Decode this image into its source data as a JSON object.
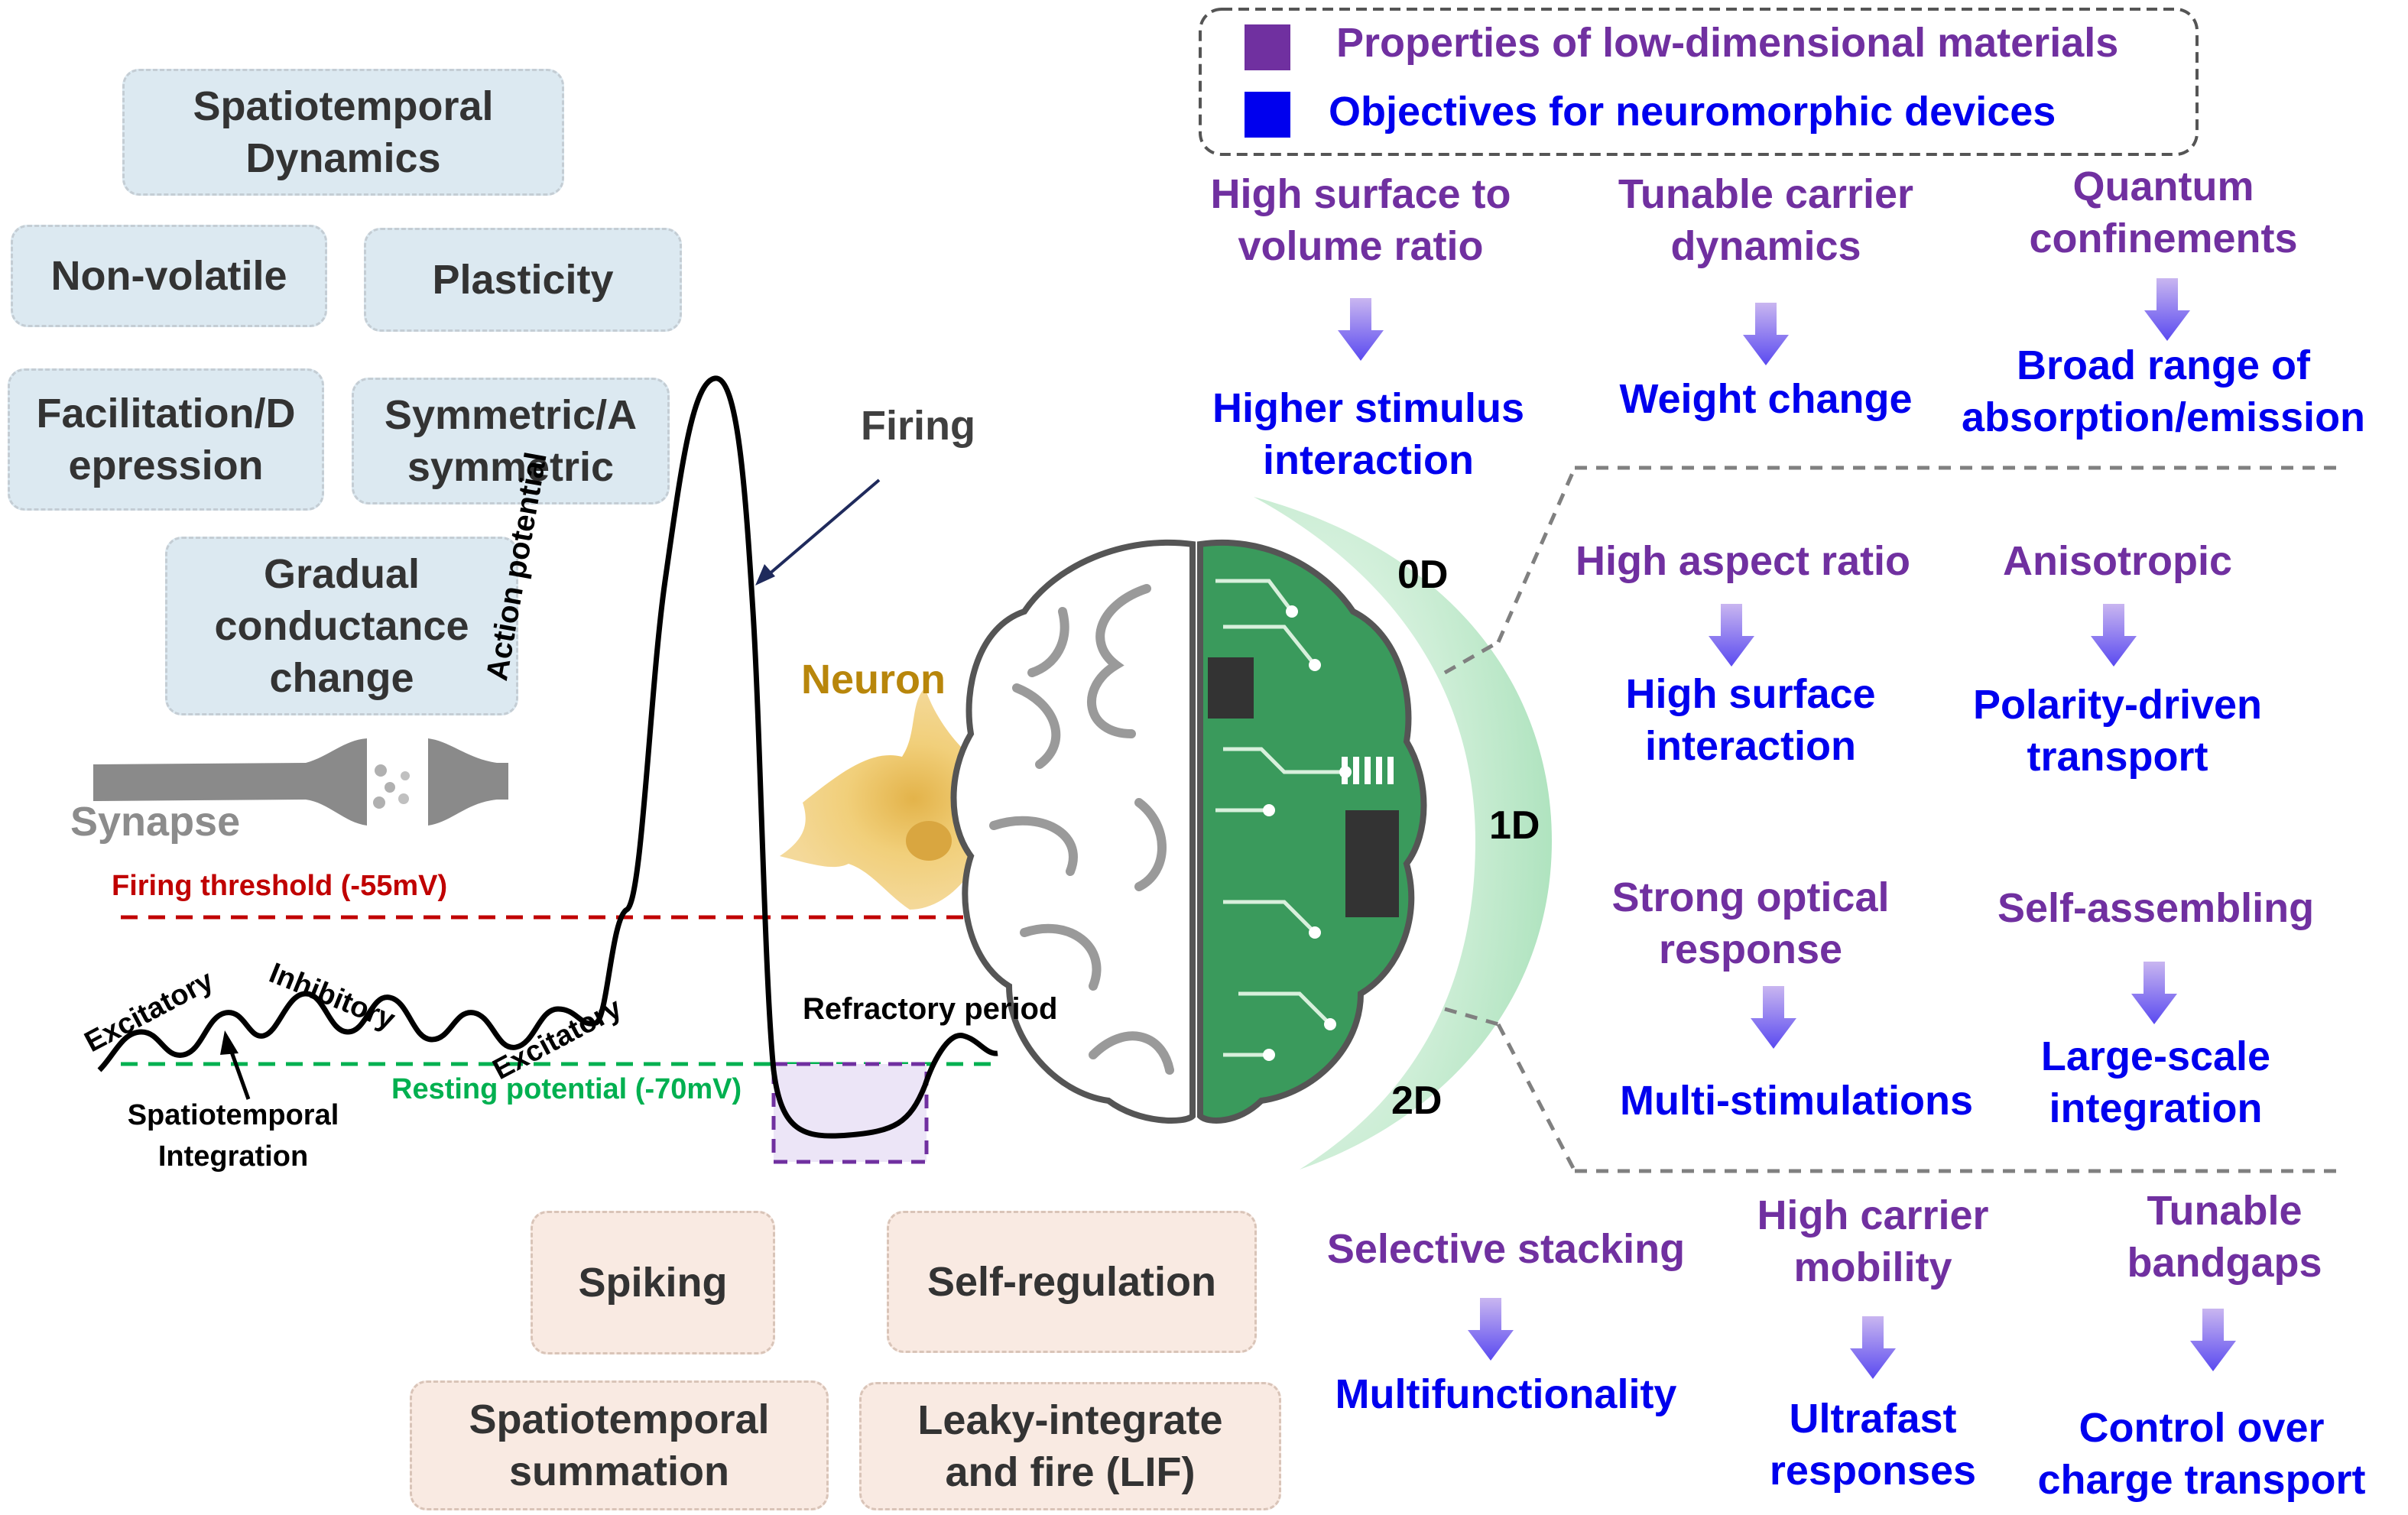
{
  "legend": {
    "properties_label": "Properties of low-dimensional materials",
    "objectives_label": "Objectives for neuromorphic devices",
    "properties_color": "#7030a0",
    "objectives_color": "#0000ee"
  },
  "features_top": [
    "Spatiotemporal Dynamics",
    "Non-volatile",
    "Plasticity",
    "Facilitation/D epression",
    "Symmetric/A symmetric",
    "Gradual conductance change"
  ],
  "features_bottom": [
    "Spiking",
    "Self-regulation",
    "Spatiotemporal summation",
    "Leaky-integrate and fire (LIF)"
  ],
  "signal": {
    "firing": "Firing",
    "action_potential": "Action potential",
    "firing_threshold": "Firing threshold (-55mV)",
    "resting_potential": "Resting potential (-70mV)",
    "refractory": "Refractory period",
    "excitatory_1": "Excitatory",
    "inhibitory": "Inhibitory",
    "excitatory_2": "Excitatory",
    "integration": "Spatiotemporal Integration",
    "synapse": "Synapse",
    "neuron": "Neuron"
  },
  "dims": {
    "d0": "0D",
    "d1": "1D",
    "d2": "2D"
  },
  "pairs_0d": [
    {
      "property": "High surface to volume ratio",
      "objective": "Higher stimulus interaction"
    },
    {
      "property": "Tunable carrier dynamics",
      "objective": "Weight change"
    },
    {
      "property": "Quantum confinements",
      "objective": "Broad range of absorption/emission"
    }
  ],
  "pairs_1d": [
    {
      "property": "High aspect ratio",
      "objective": "High surface interaction"
    },
    {
      "property": "Anisotropic",
      "objective": "Polarity-driven transport"
    },
    {
      "property": "Strong optical response",
      "objective": "Multi-stimulations"
    },
    {
      "property": "Self-assembling",
      "objective": "Large-scale integration"
    }
  ],
  "pairs_2d": [
    {
      "property": "Selective stacking",
      "objective": "Multifunctionality"
    },
    {
      "property": "High carrier mobility",
      "objective": "Ultrafast responses"
    },
    {
      "property": "Tunable bandgaps",
      "objective": "Control over charge transport"
    }
  ]
}
